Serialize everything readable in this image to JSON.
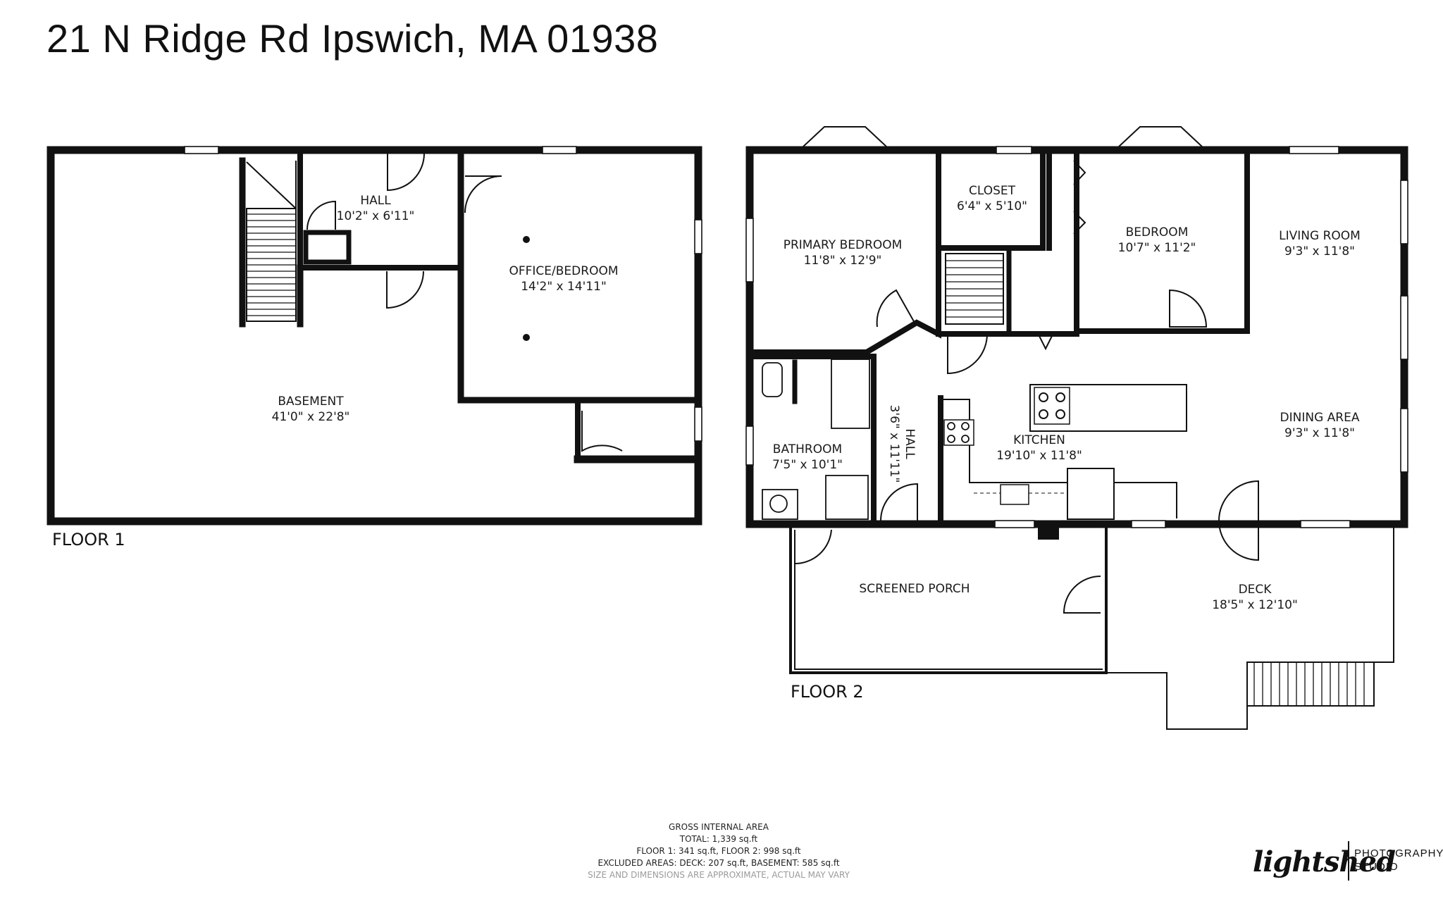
{
  "title": "21 N Ridge Rd Ipswich, MA 01938",
  "floors": [
    {
      "label": "FLOOR 1",
      "rooms": [
        {
          "name": "HALL",
          "size": "10'2\" x 6'11\""
        },
        {
          "name": "OFFICE/BEDROOM",
          "size": "14'2\" x 14'11\""
        },
        {
          "name": "BASEMENT",
          "size": "41'0\" x 22'8\""
        }
      ]
    },
    {
      "label": "FLOOR 2",
      "rooms": [
        {
          "name": "PRIMARY BEDROOM",
          "size": "11'8\" x 12'9\""
        },
        {
          "name": "CLOSET",
          "size": "6'4\" x 5'10\""
        },
        {
          "name": "BEDROOM",
          "size": "10'7\" x 11'2\""
        },
        {
          "name": "LIVING ROOM",
          "size": "9'3\" x 11'8\""
        },
        {
          "name": "DINING AREA",
          "size": "9'3\" x 11'8\""
        },
        {
          "name": "KITCHEN",
          "size": "19'10\" x 11'8\""
        },
        {
          "name": "BATHROOM",
          "size": "7'5\" x 10'1\""
        },
        {
          "name": "HALL",
          "size": "3'6\" x 11'11\""
        },
        {
          "name": "SCREENED PORCH",
          "size": ""
        },
        {
          "name": "DECK",
          "size": "18'5\" x 12'10\""
        }
      ]
    }
  ],
  "area_summary": {
    "heading": "GROSS INTERNAL AREA",
    "total": "TOTAL: 1,339 sq.ft",
    "floors": "FLOOR 1: 341 sq.ft, FLOOR 2: 998 sq.ft",
    "excluded": "EXCLUDED AREAS: DECK: 207 sq.ft, BASEMENT: 585 sq.ft",
    "disclaimer": "SIZE AND DIMENSIONS ARE APPROXIMATE, ACTUAL MAY VARY"
  },
  "brand": {
    "signature": "lightshed",
    "line1": "PHOTOGRAPHY",
    "line2": "STUDIO"
  }
}
